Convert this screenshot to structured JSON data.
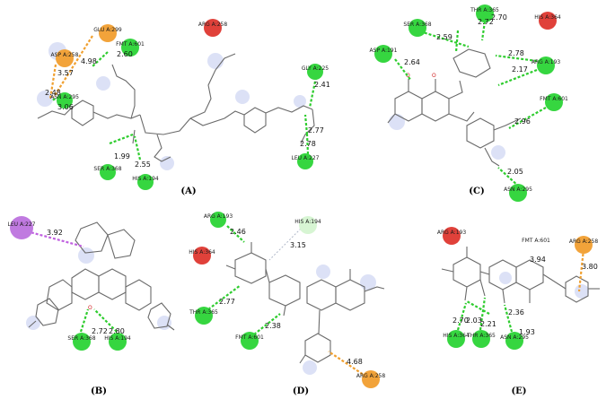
{
  "colors": {
    "hbond_residue": "#36d640",
    "hbond_residue_light": "#d7f5d3",
    "pi_cation_residue": "#f2a33a",
    "unfavorable_residue": "#e0413a",
    "pi_alkyl_residue": "#c07ae0",
    "hbond_line": "#2ecc2e",
    "pi_cation_line": "#f0a030",
    "pi_alkyl_line": "#c060e0"
  },
  "panels": [
    {
      "label": "(A)",
      "residues": [
        {
          "text": "GLU A:299",
          "kind": "pi"
        },
        {
          "text": "ASP A:258",
          "kind": "pi"
        },
        {
          "text": "FMT A:601",
          "kind": "hb"
        },
        {
          "text": "ASN A:295",
          "kind": "hb"
        },
        {
          "text": "ARG A:258",
          "kind": "bad"
        },
        {
          "text": "GLY A:225",
          "kind": "hb"
        },
        {
          "text": "SER A:368",
          "kind": "hb"
        },
        {
          "text": "HIS A:194",
          "kind": "hb"
        },
        {
          "text": "LEU A:227",
          "kind": "hb"
        }
      ],
      "distances": [
        "4.98",
        "3.57",
        "2.60",
        "2.48",
        "3.06",
        "1.99",
        "2.55",
        "2.41",
        "2.77",
        "2.78"
      ]
    },
    {
      "label": "(B)",
      "residues": [
        {
          "text": "LEU A:227",
          "kind": "alkyl"
        },
        {
          "text": "SER A:368",
          "kind": "hb"
        },
        {
          "text": "HIS A:194",
          "kind": "hb"
        }
      ],
      "distances": [
        "3.92",
        "2.72",
        "2.80"
      ]
    },
    {
      "label": "(C)",
      "residues": [
        {
          "text": "SER A:368",
          "kind": "hb"
        },
        {
          "text": "THR A:365",
          "kind": "hb"
        },
        {
          "text": "HIS A:364",
          "kind": "bad"
        },
        {
          "text": "ASP A:191",
          "kind": "hb"
        },
        {
          "text": "ARG A:193",
          "kind": "hb"
        },
        {
          "text": "FMT A:601",
          "kind": "hb"
        },
        {
          "text": "ASN A:295",
          "kind": "hb"
        }
      ],
      "distances": [
        "2.72",
        "2.70",
        "2.59",
        "2.64",
        "2.78",
        "2.17",
        "2.96",
        "2.05"
      ]
    },
    {
      "label": "(D)",
      "residues": [
        {
          "text": "ARG A:193",
          "kind": "hb"
        },
        {
          "text": "HIS A:194",
          "kind": "light"
        },
        {
          "text": "HIS A:364",
          "kind": "bad"
        },
        {
          "text": "THR A:365",
          "kind": "hb"
        },
        {
          "text": "FMT A:601",
          "kind": "hb"
        },
        {
          "text": "ARG A:258",
          "kind": "pi"
        }
      ],
      "distances": [
        "2.46",
        "3.15",
        "2.77",
        "2.38",
        "4.68"
      ]
    },
    {
      "label": "(E)",
      "residues": [
        {
          "text": "ARG A:193",
          "kind": "bad"
        },
        {
          "text": "FMT A:601",
          "kind": "light"
        },
        {
          "text": "ARG A:258",
          "kind": "pi"
        },
        {
          "text": "HIS A:364",
          "kind": "hb"
        },
        {
          "text": "THR A:365",
          "kind": "hb"
        },
        {
          "text": "ASN A:295",
          "kind": "hb"
        }
      ],
      "distances": [
        "3.94",
        "3.80",
        "2.70",
        "2.03",
        "2.21",
        "2.36",
        "1.93"
      ]
    }
  ]
}
